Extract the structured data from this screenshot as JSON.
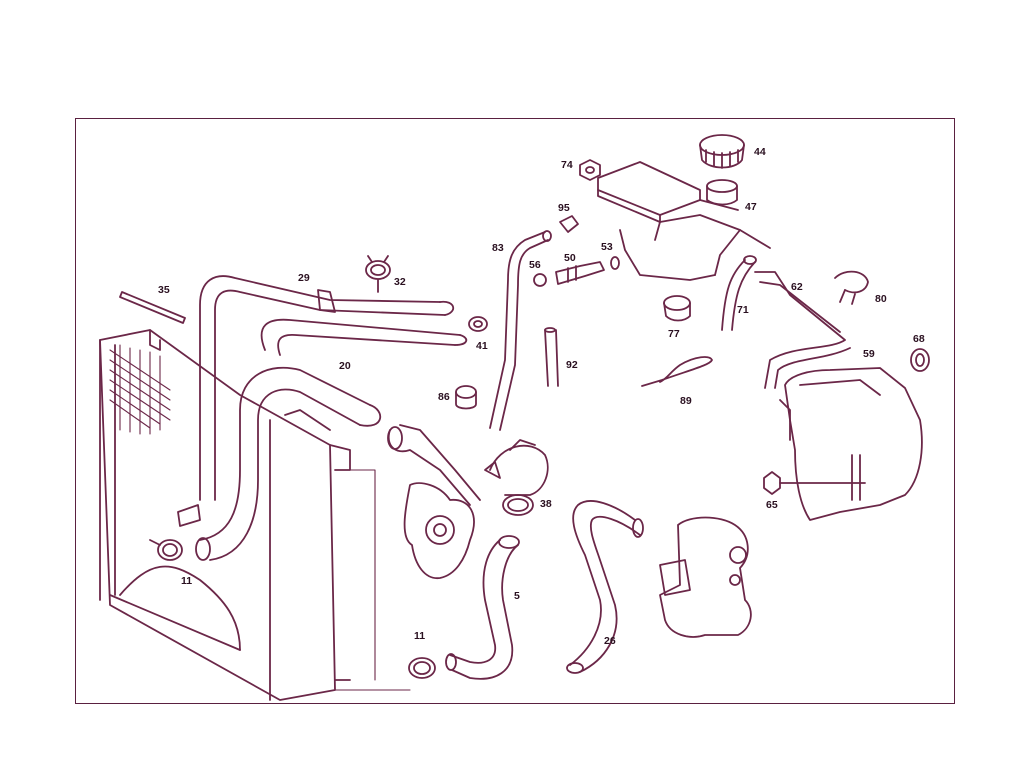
{
  "diagram": {
    "callouts": {
      "p35": "35",
      "p29": "29",
      "p32": "32",
      "p20": "20",
      "p41": "41",
      "p86": "86",
      "p83": "83",
      "p95": "95",
      "p74": "74",
      "p44": "44",
      "p47": "47",
      "p56": "56",
      "p50": "50",
      "p53": "53",
      "p92": "92",
      "p71": "71",
      "p62": "62",
      "p80": "80",
      "p77": "77",
      "p89": "89",
      "p68": "68",
      "p59": "59",
      "p65": "65",
      "p38": "38",
      "p5": "5",
      "p26": "26",
      "p11a": "11",
      "p11b": "11"
    }
  }
}
